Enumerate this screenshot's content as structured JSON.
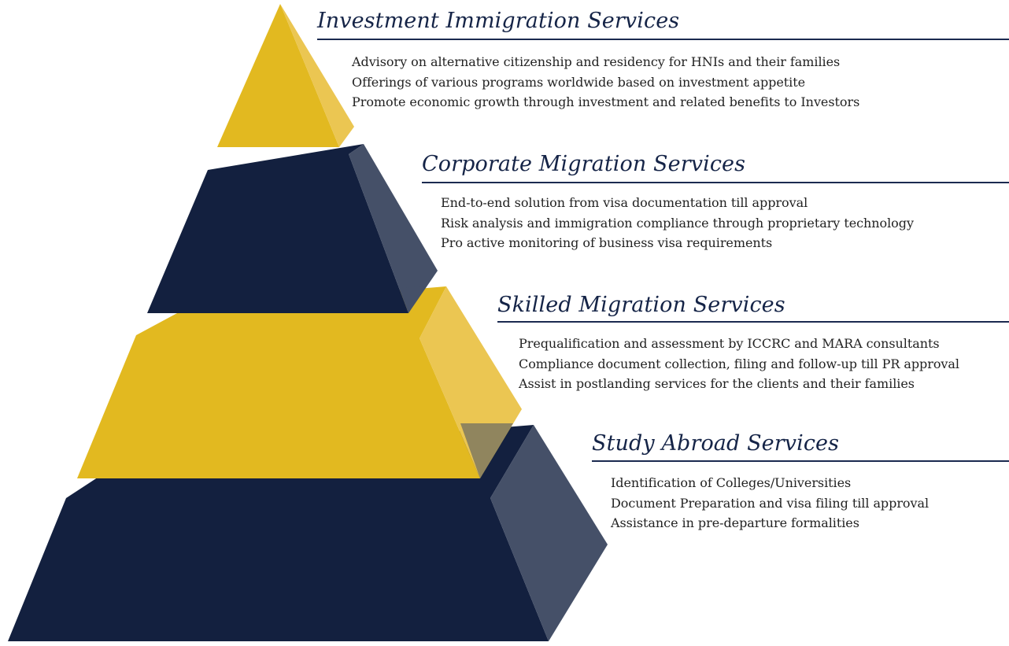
{
  "colors": {
    "navy": "#13203f",
    "gold": "#e2b920",
    "navy_face": "#455068",
    "gold_face": "#ebc652",
    "text": "#222222",
    "title": "#152447",
    "rule": "#1b2a50"
  },
  "tiers": [
    {
      "title": "Investment Immigration Services",
      "items": [
        "Advisory on alternative citizenship and residency for HNIs and their families",
        "Offerings of various programs worldwide based on investment appetite",
        "Promote economic growth through investment and related benefits to Investors"
      ]
    },
    {
      "title": "Corporate Migration Services",
      "items": [
        "End-to-end solution from visa documentation till approval",
        "Risk analysis and immigration compliance through proprietary technology",
        "Pro active monitoring of business visa requirements"
      ]
    },
    {
      "title": "Skilled Migration Services",
      "items": [
        "Prequalification and assessment by ICCRC and MARA consultants",
        "Compliance document collection, filing and follow-up till PR approval",
        "Assist in postlanding services for the clients and their families"
      ]
    },
    {
      "title": "Study Abroad Services",
      "items": [
        "Identification of Colleges/Universities",
        "Document Preparation and visa filing till approval",
        "Assistance in pre-departure formalities"
      ]
    }
  ]
}
